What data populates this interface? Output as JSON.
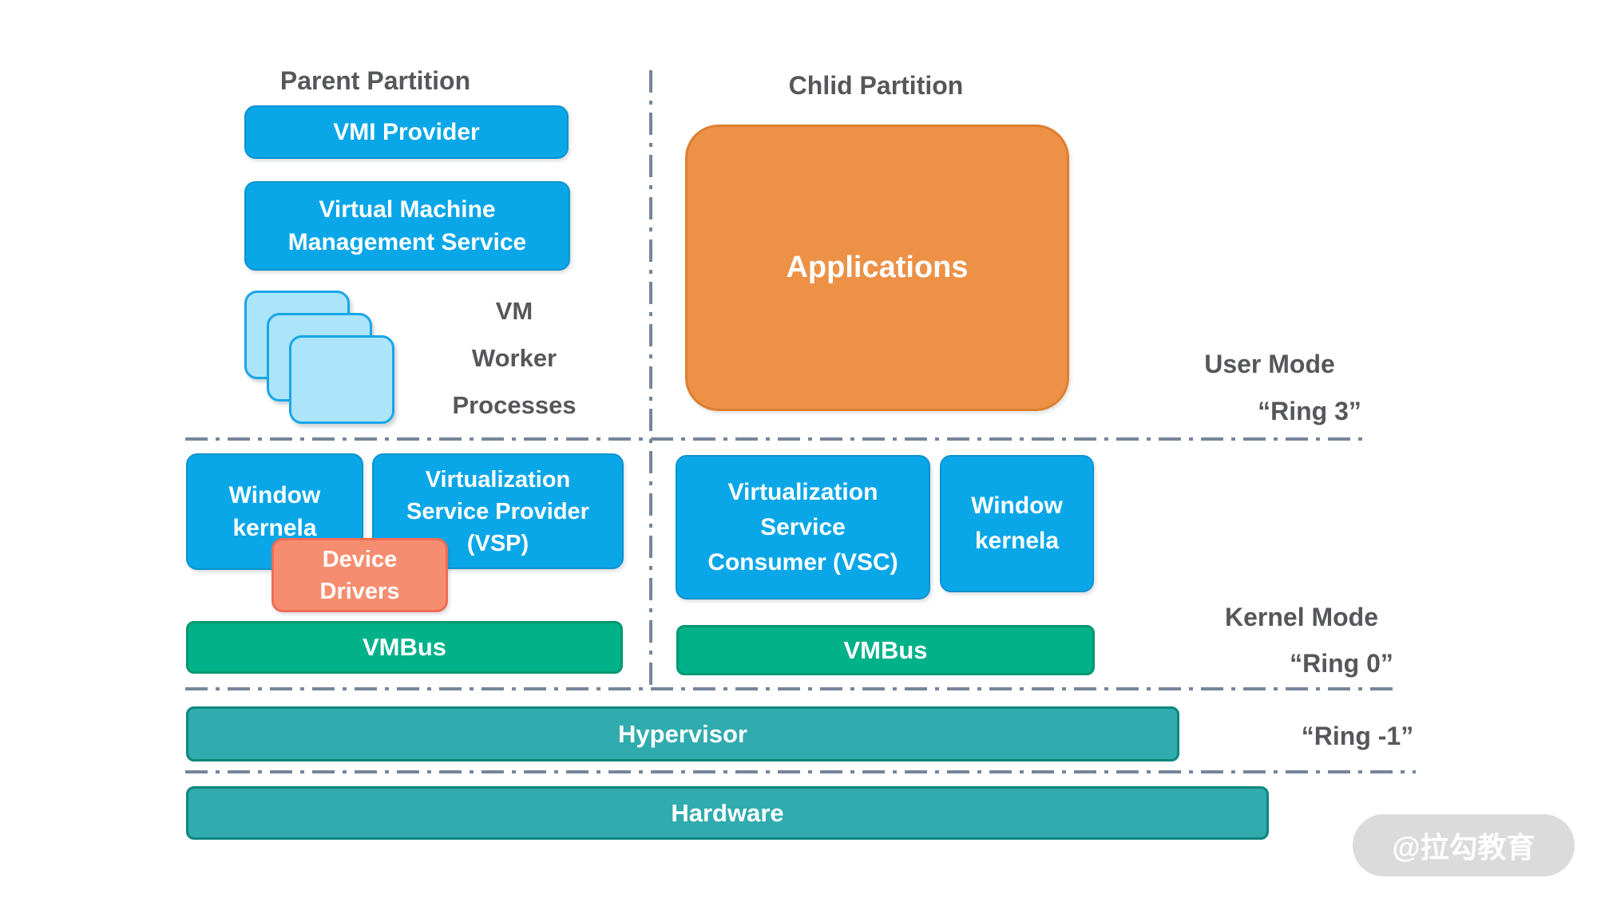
{
  "titles": {
    "parent_partition": "Parent Partition",
    "child_partition": "Chlid Partition"
  },
  "parent": {
    "vmi_provider": "VMI Provider",
    "vmms": [
      "Virtual Machine",
      "Management Service"
    ],
    "vm_worker_processes": [
      "VM",
      "Worker",
      "Processes"
    ],
    "window_kernel": [
      "Window",
      "kernela"
    ],
    "vsp": [
      "Virtualization",
      "Service Provider",
      "(VSP)"
    ],
    "device_drivers": [
      "Device",
      "Drivers"
    ],
    "vmbus": "VMBus"
  },
  "child": {
    "applications": "Applications",
    "vsc": [
      "Virtualization",
      "Service",
      "Consumer (VSC)"
    ],
    "window_kernel": [
      "Window",
      "kernela"
    ],
    "vmbus": "VMBus"
  },
  "rings": {
    "user_mode": "User Mode",
    "ring_3": "“Ring 3”",
    "kernel_mode": "Kernel Mode",
    "ring_0": "“Ring 0”",
    "ring_minus_1": "“Ring -1”"
  },
  "layers": {
    "hypervisor": "Hypervisor",
    "hardware": "Hardware"
  },
  "watermark": "@拉勾教育",
  "colors": {
    "blue": "#0AA7E8",
    "blue_border": "#0B93CD",
    "light_blue": "#ACE4FA",
    "light_blue_border": "#18A6E8",
    "orange": "#EC9146",
    "orange_border": "#DD7F2F",
    "green": "#00B189",
    "green_border": "#00986F",
    "teal": "#30ABAE",
    "teal_border": "#0E867E",
    "salmon": "#F78D70",
    "salmon_border": "#EF6C55",
    "text_gray": "#56575B",
    "divider_gray": "#76869B",
    "watermark_bg": "#DBDBDB"
  }
}
